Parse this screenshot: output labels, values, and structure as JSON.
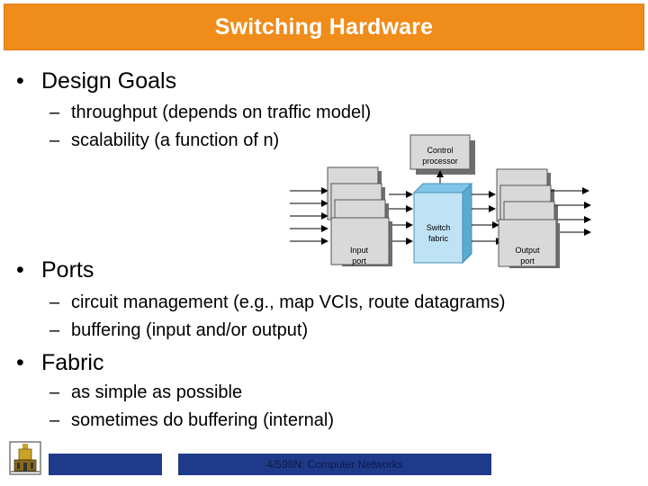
{
  "title": "Switching Hardware",
  "bullets": {
    "design_goals": "Design Goals",
    "throughput": "throughput (depends on traffic model)",
    "scalability": "scalability (a function of n)",
    "ports": "Ports",
    "circuit_mgmt": "circuit management (e.g., map VCIs, route datagrams)",
    "buffering": "buffering (input and/or output)",
    "fabric": "Fabric",
    "simple": "as simple as possible",
    "internal_buffering": "sometimes do buffering (internal)"
  },
  "diagram": {
    "control_processor": [
      "Control",
      "processor"
    ],
    "switch_fabric": [
      "Switch",
      "fabric"
    ],
    "input_port": [
      "Input",
      "port"
    ],
    "output_port": [
      "Output",
      "port"
    ],
    "colors": {
      "port_face": "#d9d9d9",
      "port_shadow": "#6e6e6e",
      "fabric_face": "#bfe3f5"
    }
  },
  "footer": {
    "text": "4/598N: Computer Networks",
    "bar_color": "#1f3a8a"
  },
  "colors": {
    "title_bar": "#f08c1a",
    "title_text": "#ffffff"
  }
}
